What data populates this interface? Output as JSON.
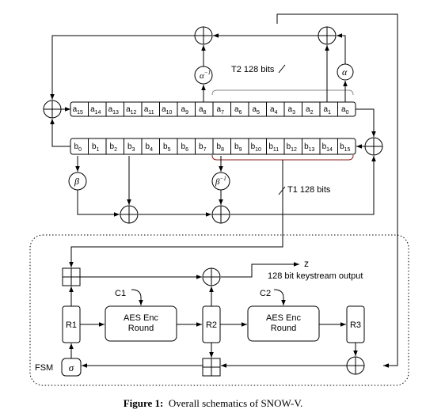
{
  "figure": {
    "caption_label": "Figure 1:",
    "caption_text": "Overall schematics of SNOW-V."
  },
  "registers": {
    "a": {
      "prefix": "a",
      "cells": [
        "15",
        "14",
        "13",
        "12",
        "11",
        "10",
        "9",
        "8",
        "7",
        "6",
        "5",
        "4",
        "3",
        "2",
        "1",
        "0"
      ]
    },
    "b": {
      "prefix": "b",
      "cells": [
        "0",
        "1",
        "2",
        "3",
        "4",
        "5",
        "6",
        "7",
        "8",
        "9",
        "10",
        "11",
        "12",
        "13",
        "14",
        "15"
      ]
    }
  },
  "labels": {
    "t2": "T2 128 bits",
    "t1": "T1 128 bits",
    "z": "z",
    "keystream": "128 bit keystream output",
    "fsm": "FSM",
    "alpha": "α",
    "alpha_inv_base": "α",
    "alpha_inv_sup": "−1",
    "beta": "β",
    "beta_inv_base": "β",
    "beta_inv_sup": "−1",
    "sigma": "σ",
    "c1": "C1",
    "c2": "C2",
    "r1": "R1",
    "r2": "R2",
    "r3": "R3",
    "aes1_line1": "AES Enc",
    "aes1_line2": "Round",
    "aes2_line1": "AES Enc",
    "aes2_line2": "Round"
  }
}
